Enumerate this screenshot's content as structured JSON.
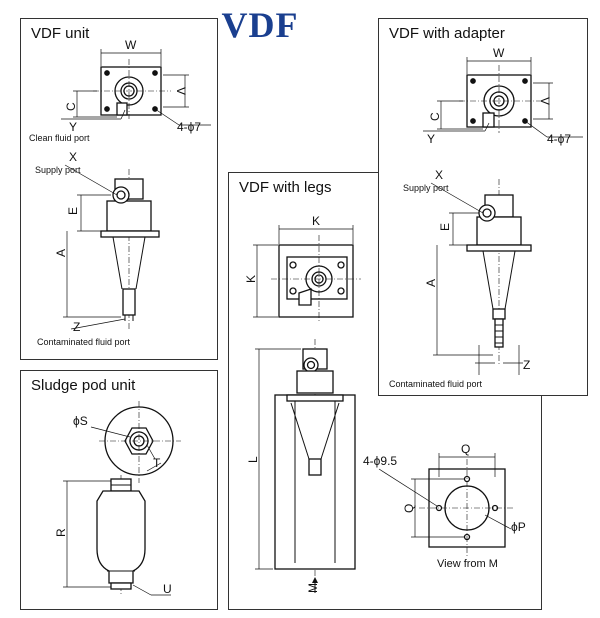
{
  "brand": {
    "title": "VDF",
    "color": "#1a3f8f"
  },
  "panels": {
    "unit": {
      "title": "VDF unit",
      "labels": {
        "W": "W",
        "V": "V",
        "C": "C",
        "Y": "Y",
        "X": "X",
        "E": "E",
        "A": "A",
        "Z": "Z",
        "holes": "4-ϕ7"
      },
      "notes": {
        "clean": "Clean fluid port",
        "supply": "Supply port",
        "contaminated": "Contaminated fluid port"
      }
    },
    "sludge": {
      "title": "Sludge pod unit",
      "labels": {
        "S": "ϕS",
        "T": "T",
        "R": "R",
        "U": "U"
      }
    },
    "legs": {
      "title": "VDF with legs",
      "labels": {
        "K1": "K",
        "K2": "K",
        "L": "L",
        "M": "M",
        "Q1": "Q",
        "Q2": "Q",
        "holes": "4-ϕ9.5",
        "P": "ϕP"
      },
      "notes": {
        "view": "View from M"
      }
    },
    "adapter": {
      "title": "VDF with adapter",
      "labels": {
        "W": "W",
        "V": "V",
        "C": "C",
        "Y": "Y",
        "X": "X",
        "E": "E",
        "A": "A",
        "Z": "Z",
        "holes": "4-ϕ7"
      },
      "notes": {
        "supply": "Supply port",
        "contaminated": "Contaminated fluid port"
      }
    }
  }
}
